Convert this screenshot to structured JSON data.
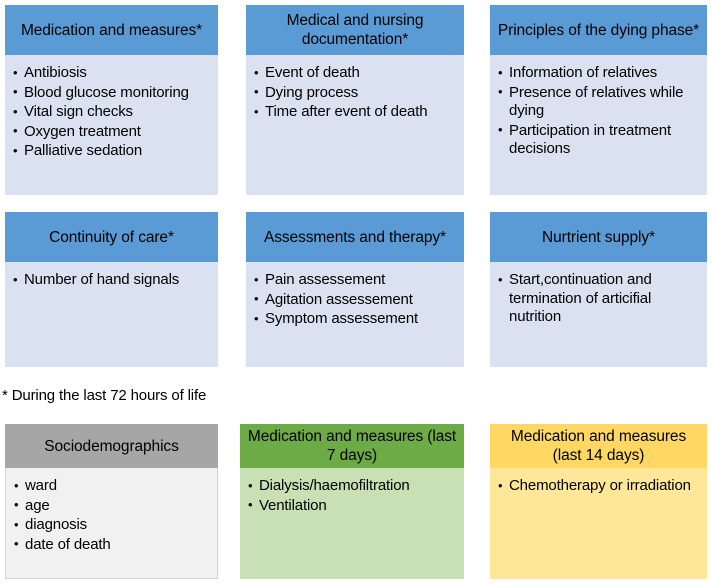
{
  "figure": {
    "footnote": "* During the last 72 hours of life",
    "colors": {
      "blue_header": "#5b9bd5",
      "blue_body": "#dae1f0",
      "gray_header": "#a6a6a6",
      "gray_body": "#f1f1f1",
      "green_header": "#6cab45",
      "green_body": "#c8e0b4",
      "yellow_header": "#ffd864",
      "yellow_body": "#ffe79a",
      "text": "#000000",
      "background": "#ffffff"
    }
  },
  "cards": [
    {
      "title": "Medication and measures*",
      "theme": "blue",
      "items": [
        "Antibiosis",
        "Blood glucose monitoring",
        "Vital sign checks",
        "Oxygen treatment",
        "Palliative sedation"
      ]
    },
    {
      "title": "Medical and nursing documentation*",
      "theme": "blue",
      "items": [
        "Event of death",
        "Dying process",
        "Time after event of death"
      ]
    },
    {
      "title": "Principles of the dying phase*",
      "theme": "blue",
      "items": [
        "Information of relatives",
        "Presence of relatives while dying",
        "Participation in treatment decisions"
      ]
    },
    {
      "title": "Continuity of care*",
      "theme": "blue",
      "items": [
        "Number of hand signals"
      ]
    },
    {
      "title": "Assessments and therapy*",
      "theme": "blue",
      "items": [
        "Pain assessement",
        "Agitation assessement",
        "Symptom assessement"
      ]
    },
    {
      "title": "Nurtrient supply*",
      "theme": "blue",
      "items": [
        "Start,continuation and termination of articifial nutrition"
      ]
    },
    {
      "title": "Sociodemographics",
      "theme": "gray",
      "items": [
        "ward",
        "age",
        "diagnosis",
        "date of death"
      ]
    },
    {
      "title": "Medication and measures (last 7 days)",
      "theme": "green",
      "items": [
        "Dialysis/haemofiltration",
        "Ventilation"
      ]
    },
    {
      "title": "Medication and measures (last 14 days)",
      "theme": "yellow",
      "items": [
        "Chemotherapy or irradiation"
      ]
    }
  ]
}
